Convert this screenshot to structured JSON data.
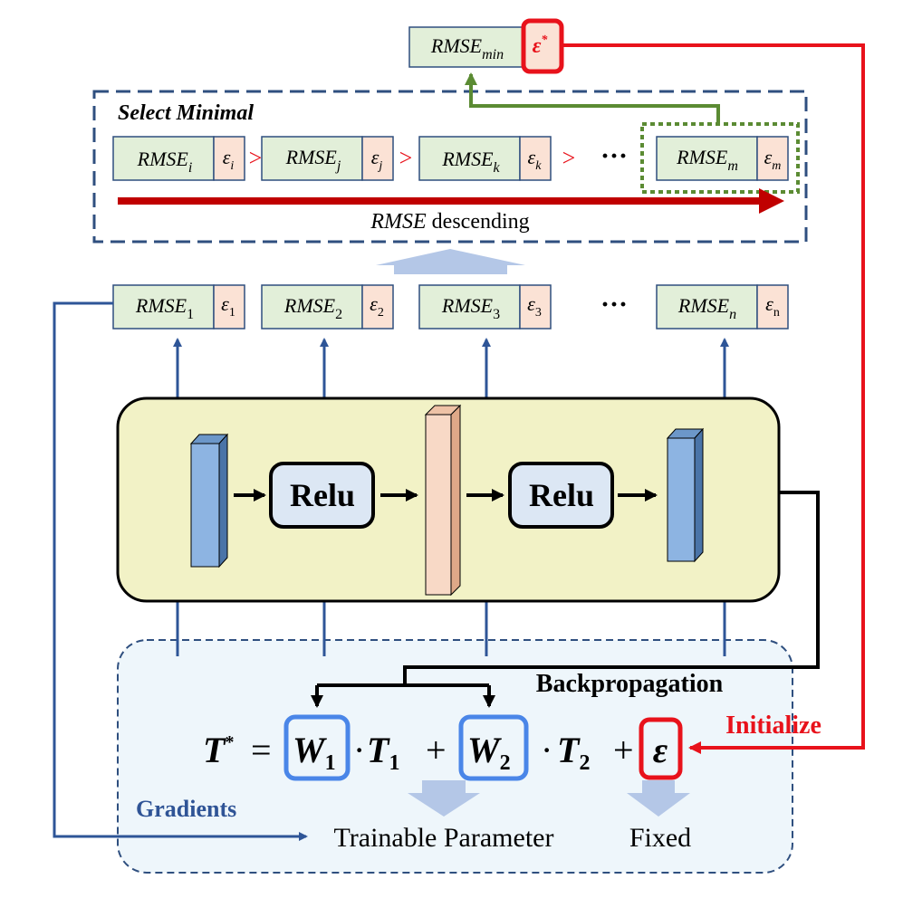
{
  "select_box": {
    "title": "Select Minimal",
    "axis_label_var": "RMSE",
    "axis_label_text": "descending",
    "sorted": [
      {
        "rmse": "RMSE",
        "rmse_sub": "i",
        "eps": "ε",
        "eps_sub": "i"
      },
      {
        "rmse": "RMSE",
        "rmse_sub": "j",
        "eps": "ε",
        "eps_sub": "j"
      },
      {
        "rmse": "RMSE",
        "rmse_sub": "k",
        "eps": "ε",
        "eps_sub": "k"
      },
      {
        "rmse": "RMSE",
        "rmse_sub": "m",
        "eps": "ε",
        "eps_sub": "m"
      }
    ],
    "comparator": ">",
    "ellipsis": "···"
  },
  "minimal": {
    "rmse": "RMSE",
    "rmse_sub": "min",
    "eps": "ε",
    "eps_sup": "*"
  },
  "candidates": [
    {
      "rmse": "RMSE",
      "rmse_sub": "1",
      "eps": "ε",
      "eps_sub": "1"
    },
    {
      "rmse": "RMSE",
      "rmse_sub": "2",
      "eps": "ε",
      "eps_sub": "2"
    },
    {
      "rmse": "RMSE",
      "rmse_sub": "3",
      "eps": "ε",
      "eps_sub": "3"
    },
    {
      "rmse": "RMSE",
      "rmse_sub": "n",
      "eps": "ε",
      "eps_sub": "n"
    }
  ],
  "candidates_ellipsis": "···",
  "network": {
    "relu_1": "Relu",
    "relu_2": "Relu"
  },
  "formula": {
    "lhs": "T",
    "lhs_sup": "*",
    "equals": "=",
    "w1": "W",
    "w1_sub": "1",
    "dot1": "·",
    "t1": "T",
    "t1_sub": "1",
    "plus1": "+",
    "w2": "W",
    "w2_sub": "2",
    "dot2": "·",
    "t2": "T",
    "t2_sub": "2",
    "plus2": "+",
    "eps": "ε"
  },
  "labels": {
    "backpropagation": "Backpropagation",
    "initialize": "Initialize",
    "gradients": "Gradients",
    "trainable": "Trainable Parameter",
    "fixed": "Fixed"
  },
  "colors": {
    "dash_blue": "#2f4f7f",
    "arrow_blue": "#2e5597",
    "box_green": "#e2efd9",
    "box_peach": "#fbe2d5",
    "red": "#e8121b",
    "olive": "#5b8b33",
    "yellow_panel": "#f2f2c6",
    "light_panel": "#eef6fb",
    "relu_fill": "#dce7f4",
    "tensor_blue": "#8db4e2",
    "tensor_peach": "#f8d9c6"
  }
}
